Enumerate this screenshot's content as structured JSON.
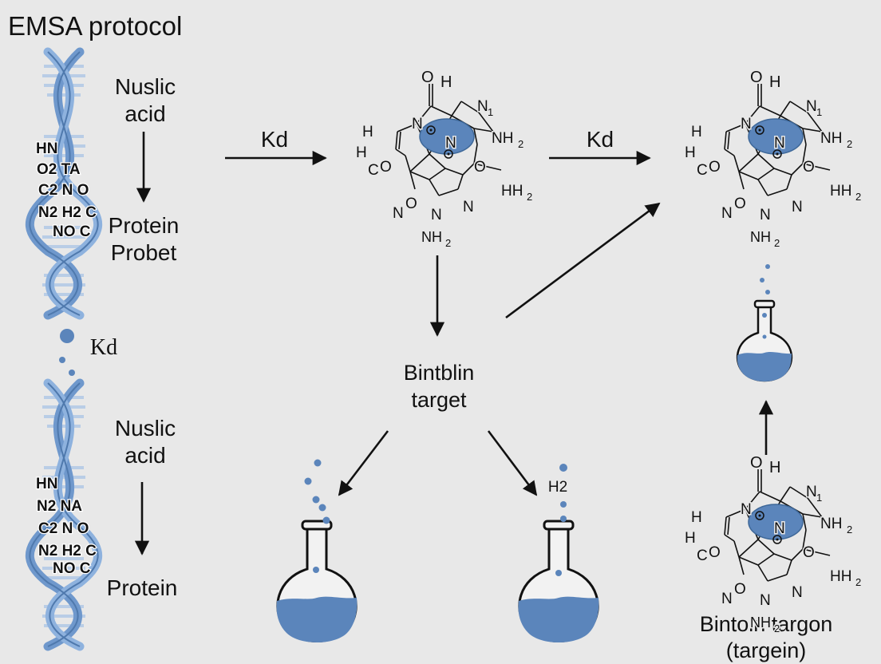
{
  "title": "EMSA protocol",
  "left_top": {
    "label_1": [
      "Nuslic",
      "acid"
    ],
    "label_2": [
      "Protein",
      "Probet"
    ],
    "dna_text": [
      "HN",
      "O2 TA",
      "C2 N O",
      "N2 H2 C",
      "NO C"
    ]
  },
  "left_mid": {
    "kd_label": "Kd"
  },
  "left_bottom": {
    "label_1": [
      "Nuslic",
      "acid"
    ],
    "label_2": "Protein",
    "dna_text": [
      "HN",
      "N2 NA",
      "C2 N O",
      "N2 H2 C",
      "NO C"
    ]
  },
  "arrows": {
    "kd_1": "Kd",
    "kd_2": "Kd"
  },
  "center_target": [
    "Bintblin",
    "target"
  ],
  "flask_right_label": "H2",
  "bottom_right_label": [
    "Bintoin targon",
    "(targein)"
  ],
  "molecule_atoms": {
    "top_o": "O",
    "top_h": "H",
    "n1": "N",
    "n1_sub": "1",
    "left_h": "H",
    "left_h2": "H",
    "left_n": "N",
    "left_c": "C",
    "left_o": "O",
    "nh2": "NH",
    "nh2_sub": "2",
    "right_o": "O",
    "hh2": "HH",
    "hh2_sub": "2",
    "bottom_n": "N",
    "bottom_o": "O",
    "bottom_n2": "N",
    "bottom_nh2": "NH",
    "bottom_nh2_sub": "2",
    "mid_n": "N",
    "right_n": "N",
    "dot_o": "O"
  },
  "colors": {
    "accent_blue": "#5b85bb",
    "liquid": "#5b85bb",
    "dna_light": "#9bbbe0",
    "bg": "#e8e8e8"
  }
}
